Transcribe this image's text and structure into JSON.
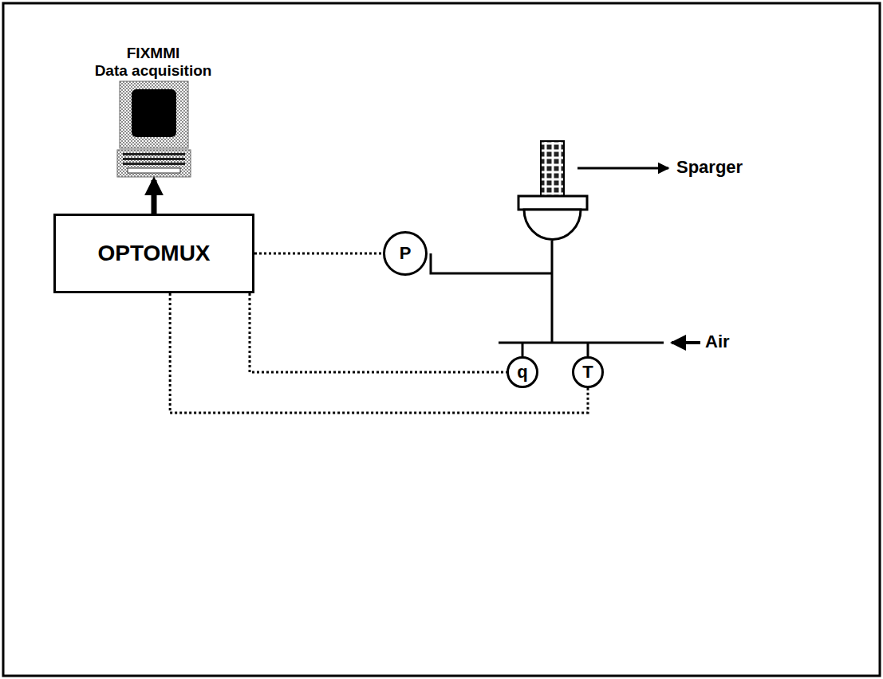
{
  "diagram": {
    "nodes": [
      {
        "text": [
          "FIXMMI Data acquisition"
        ]
      },
      {
        "text": [
          "OPTOMUX"
        ]
      },
      {
        "text": [
          "P"
        ]
      },
      {
        "text": [
          "q"
        ]
      },
      {
        "text": [
          "T"
        ]
      }
    ],
    "edges": [
      {
        "from": 1,
        "to": 0,
        "arrow": "to"
      },
      {
        "from": 1,
        "to": 2,
        "arrow": "none"
      },
      {
        "from": 1,
        "to": 3,
        "arrow": "none"
      },
      {
        "from": 1,
        "to": 4,
        "arrow": "none"
      }
    ],
    "labels": [
      "Sparger",
      "Air"
    ]
  }
}
